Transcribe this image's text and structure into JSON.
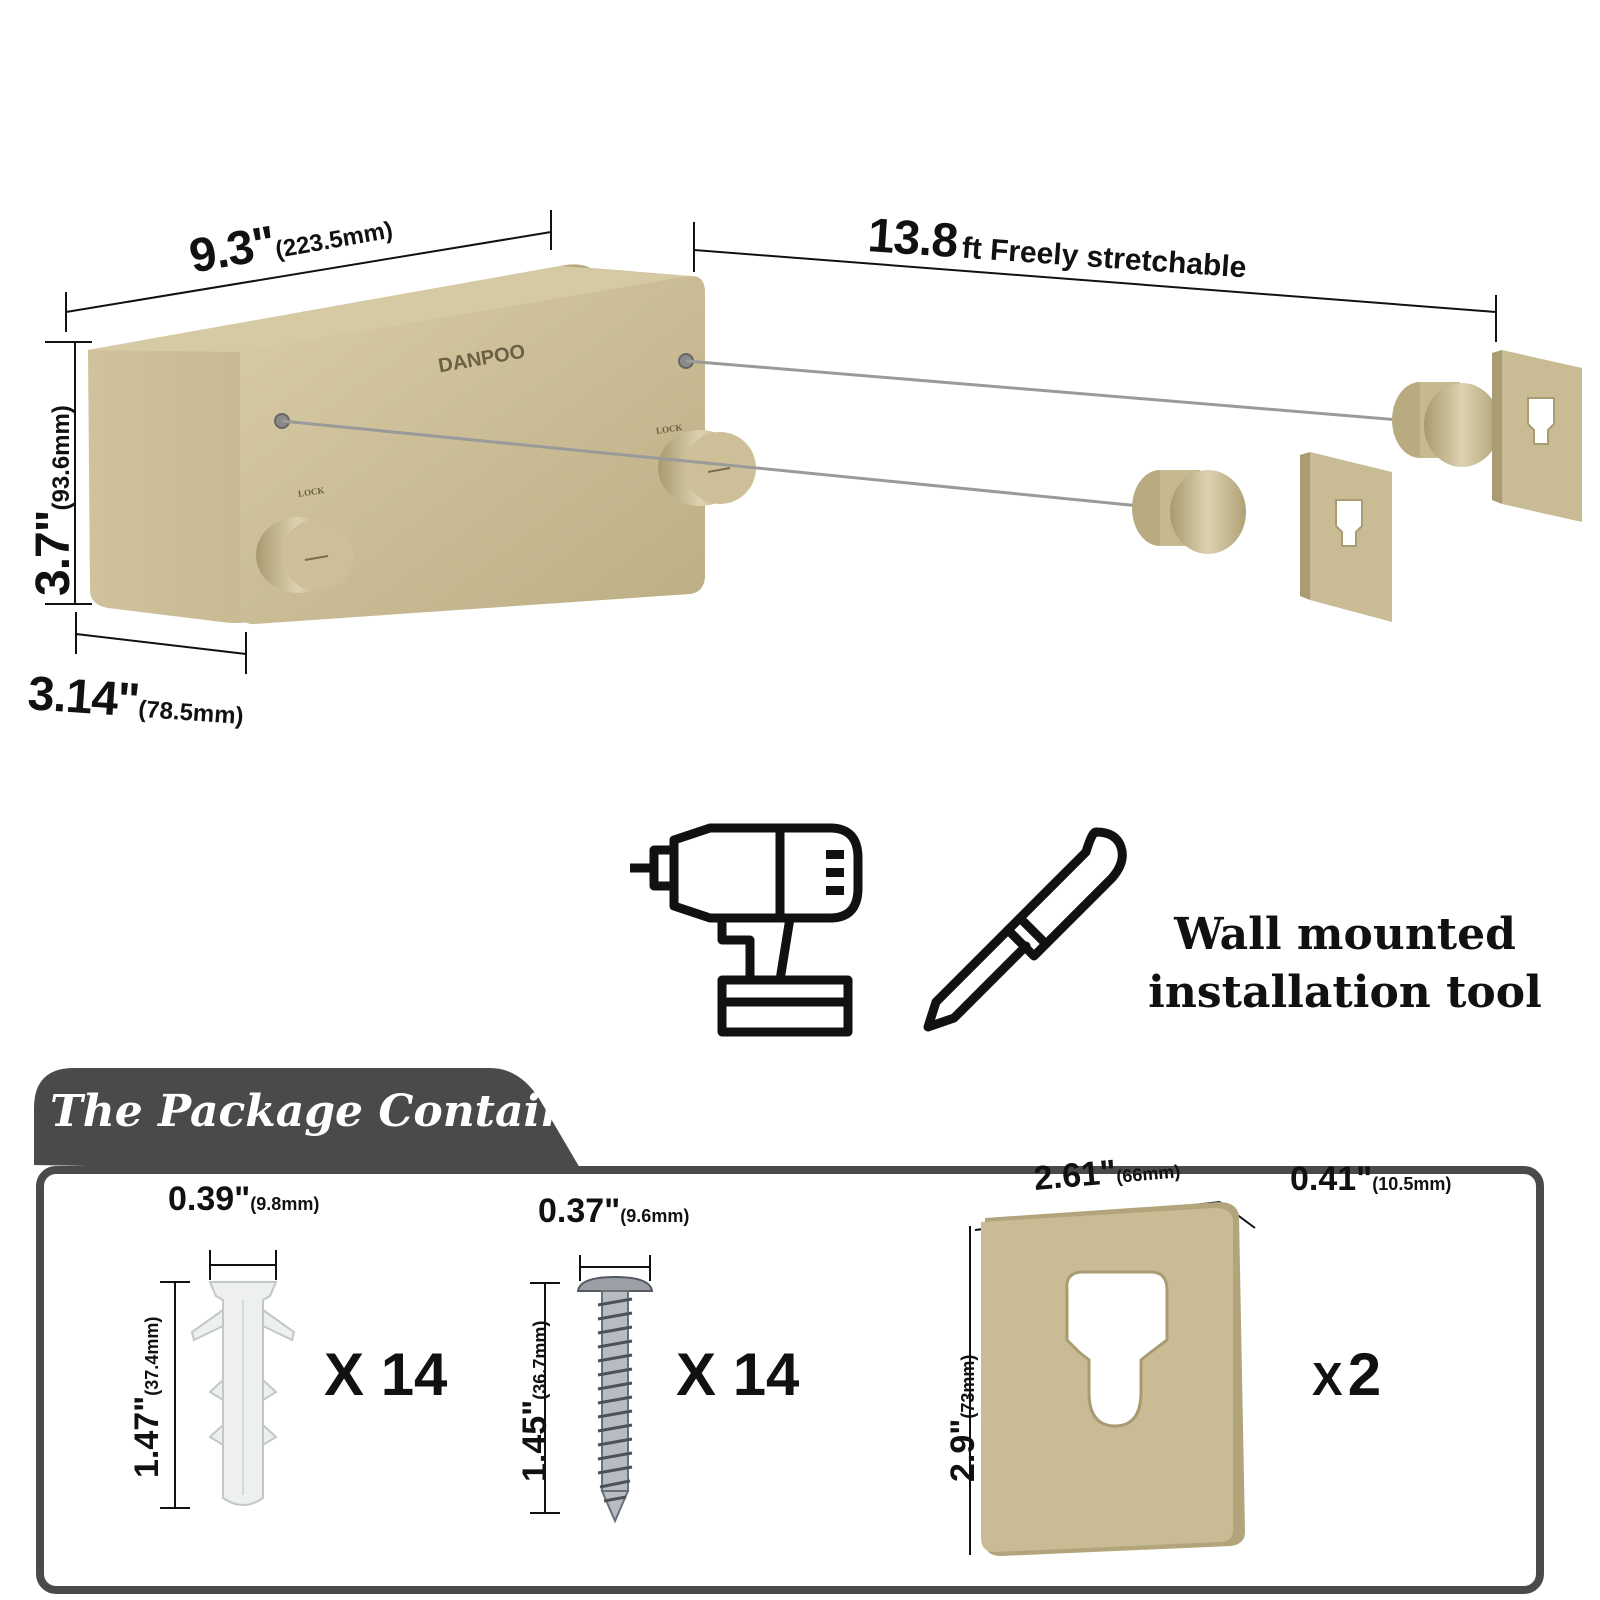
{
  "product": {
    "brand": "DANPOO",
    "knob_label": "LOCK",
    "colors": {
      "gold": "#c8bb94",
      "gold_dark": "#a99b72",
      "gold_light": "#ddd2b0",
      "line": "#111111",
      "panel_bg": "#4a4a4a"
    }
  },
  "dimensions": {
    "width_in": "9.3\"",
    "width_mm": "(223.5mm)",
    "height_in": "3.7\"",
    "height_mm": "(93.6mm)",
    "depth_in": "3.14\"",
    "depth_mm": "(78.5mm)",
    "stretch_value": "13.8",
    "stretch_unit_text": "ft Freely stretchable"
  },
  "tools": {
    "caption_line1": "Wall mounted",
    "caption_line2": "installation tool",
    "icons": [
      "drill-icon",
      "screwdriver-icon"
    ]
  },
  "package": {
    "title": "The Package Contains",
    "anchor": {
      "width_in": "0.39\"",
      "width_mm": "(9.8mm)",
      "length_in": "1.47\"",
      "length_mm": "(37.4mm)",
      "quantity": "X  14"
    },
    "screw": {
      "width_in": "0.37\"",
      "width_mm": "(9.6mm)",
      "length_in": "1.45\"",
      "length_mm": "(36.7mm)",
      "quantity": "X  14"
    },
    "plate": {
      "width_in": "2.61\"",
      "width_mm": "(66mm)",
      "thick_in": "0.41\"",
      "thick_mm": "(10.5mm)",
      "height_in": "2.9\"",
      "height_mm": "(73mm)",
      "quantity_x": "X",
      "quantity_n": "2"
    }
  }
}
